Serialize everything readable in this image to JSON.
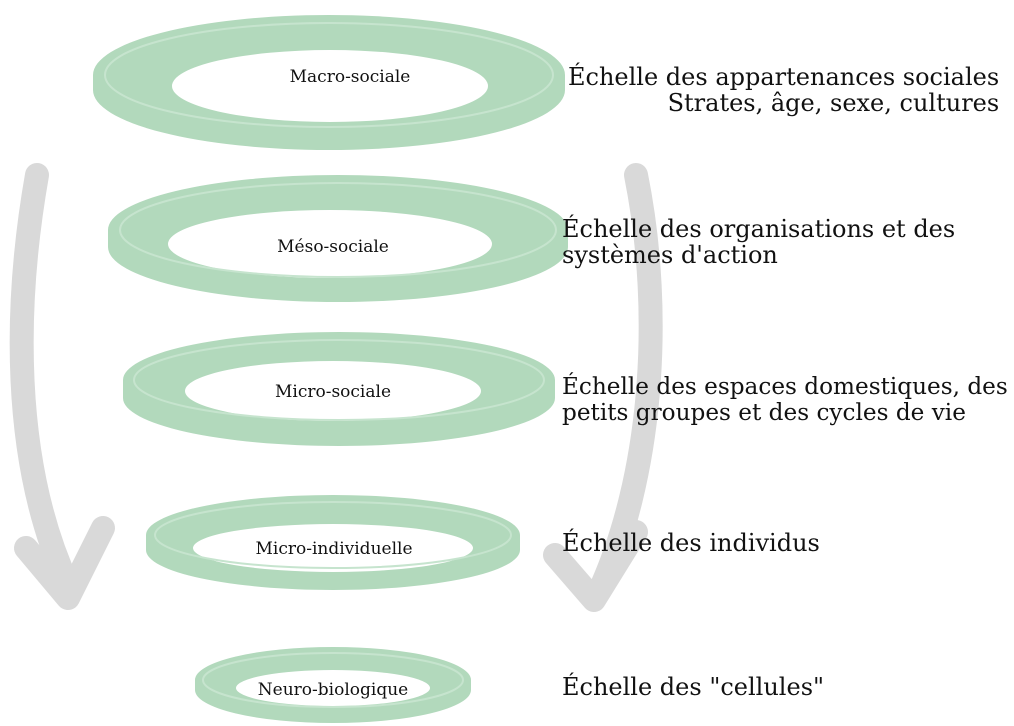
{
  "colors": {
    "ring": "#b2d9bc",
    "ring_edge": "#c6e4ce",
    "arrow": "#d9d9d9",
    "text": "#111111"
  },
  "levels": [
    {
      "ring_label": "Macro-sociale",
      "scale_lines": [
        "Échelle des appartenances sociales",
        "Strates, âge, sexe, cultures"
      ]
    },
    {
      "ring_label": "Méso-sociale",
      "scale_lines": [
        "Échelle des organisations et des",
        "systèmes d'action"
      ]
    },
    {
      "ring_label": "Micro-sociale",
      "scale_lines": [
        "Échelle des espaces domestiques, des",
        "petits groupes et des cycles de vie"
      ]
    },
    {
      "ring_label": "Micro-individuelle",
      "scale_lines": [
        "Échelle des individus"
      ]
    },
    {
      "ring_label": "Neuro-biologique",
      "scale_lines": [
        "Échelle des \"cellules\""
      ]
    }
  ]
}
